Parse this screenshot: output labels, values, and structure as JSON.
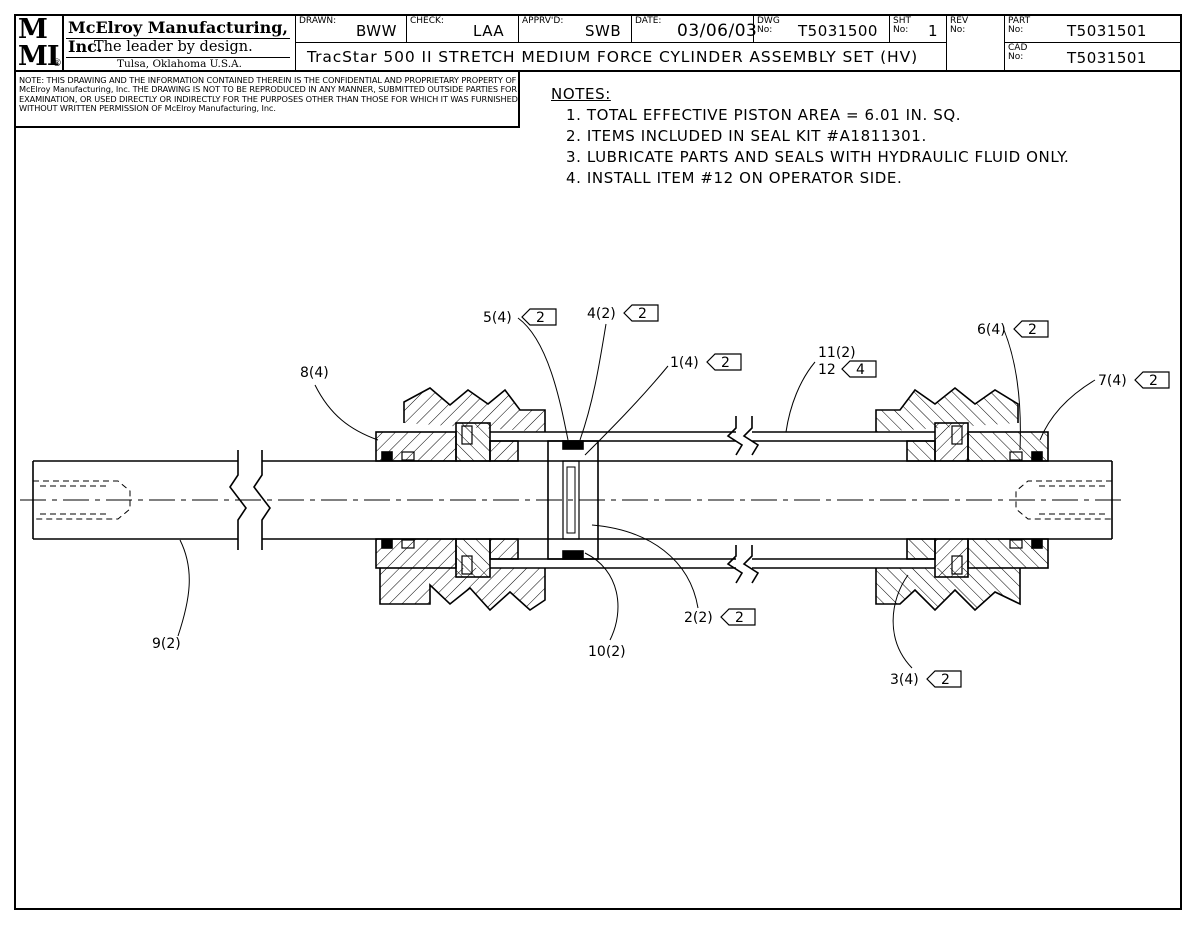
{
  "title_block": {
    "company": "McElroy Manufacturing, Inc.",
    "slogan": "The leader by design.",
    "location": "Tulsa, Oklahoma U.S.A.",
    "registered_mark": "®",
    "drawn_label": "DRAWN:",
    "drawn": "BWW",
    "check_label": "CHECK:",
    "check": "LAA",
    "apprvd_label": "APPRV'D:",
    "apprvd": "SWB",
    "date_label": "DATE:",
    "date": "03/06/03",
    "dwg_label": "DWG No:",
    "dwg_no": "T5031500",
    "sht_label": "SHT No:",
    "sht_no": "1",
    "rev_label": "REV No:",
    "rev_no": "",
    "part_label": "PART No:",
    "part_no": "T5031501",
    "cad_label": "CAD No:",
    "cad_no": "T5031501",
    "drawing_title": "TracStar 500 II STRETCH MEDIUM FORCE CYLINDER ASSEMBLY SET (HV)"
  },
  "confidential_notice": "NOTE: THIS DRAWING AND THE INFORMATION CONTAINED THEREIN IS THE CONFIDENTIAL AND PROPRIETARY PROPERTY OF McElroy Manufacturing, Inc. THE DRAWING IS NOT TO BE REPRODUCED IN ANY MANNER, SUBMITTED OUTSIDE PARTIES FOR EXAMINATION, OR USED DIRECTLY OR INDIRECTLY FOR THE PURPOSES OTHER THAN THOSE FOR WHICH IT WAS FURNISHED WITHOUT WRITTEN PERMISSION OF McElroy Manufacturing, Inc.",
  "notes": {
    "heading": "NOTES:",
    "items": [
      "1. TOTAL EFFECTIVE PISTON AREA = 6.01 IN. SQ.",
      "2. ITEMS INCLUDED IN SEAL KIT #A1811301.",
      "3. LUBRICATE PARTS AND SEALS WITH HYDRAULIC FLUID ONLY.",
      "4. INSTALL ITEM #12 ON OPERATOR SIDE."
    ]
  },
  "callouts": [
    {
      "id": "c5",
      "text": "5(4)",
      "flag": "2"
    },
    {
      "id": "c4",
      "text": "4(2)",
      "flag": "2"
    },
    {
      "id": "c1",
      "text": "1(4)",
      "flag": "2"
    },
    {
      "id": "c11",
      "text": "11(2)",
      "flag": ""
    },
    {
      "id": "c12",
      "text": "12",
      "flag": "4"
    },
    {
      "id": "c6",
      "text": "6(4)",
      "flag": "2"
    },
    {
      "id": "c7",
      "text": "7(4)",
      "flag": "2"
    },
    {
      "id": "c8",
      "text": "8(4)",
      "flag": ""
    },
    {
      "id": "c9",
      "text": "9(2)",
      "flag": ""
    },
    {
      "id": "c10",
      "text": "10(2)",
      "flag": ""
    },
    {
      "id": "c2",
      "text": "2(2)",
      "flag": "2"
    },
    {
      "id": "c3",
      "text": "3(4)",
      "flag": "2"
    }
  ]
}
